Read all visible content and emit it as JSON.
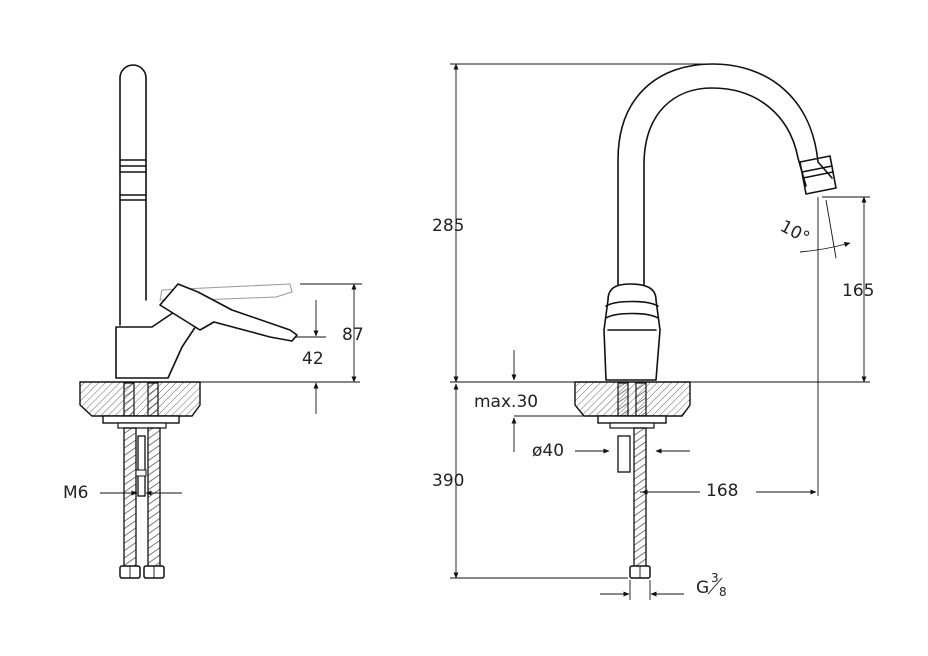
{
  "dimensions": {
    "lever_total_height": "87",
    "lever_height": "42",
    "stud_thread": "M6",
    "spout_height": "285",
    "outlet_height": "165",
    "outlet_angle": "10°",
    "max_thickness": "max.30",
    "hole_diameter": "ø40",
    "hose_length": "390",
    "spout_reach": "168",
    "connection_main": "G",
    "connection_num": "3",
    "connection_den": "8"
  }
}
